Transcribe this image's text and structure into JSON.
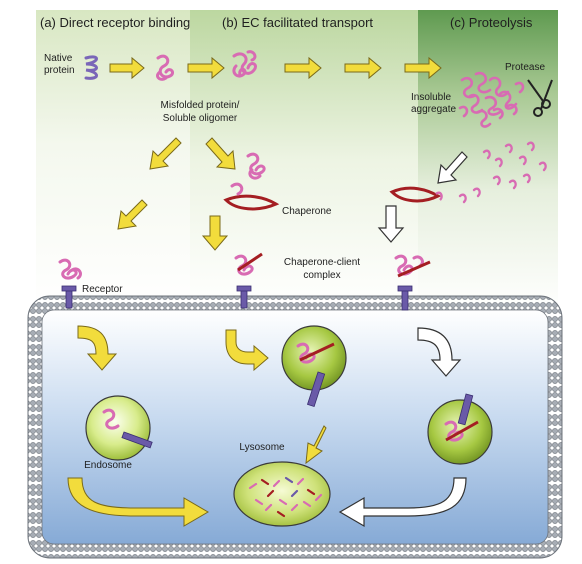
{
  "panels": {
    "a": {
      "title": "(a) Direct receptor binding"
    },
    "b": {
      "title": "(b) EC facilitated transport"
    },
    "c": {
      "title": "(c) Proteolysis"
    }
  },
  "labels": {
    "native_protein": [
      "Native",
      "protein"
    ],
    "misfolded": [
      "Misfolded protein/",
      "Soluble oligomer"
    ],
    "insoluble": [
      "Insoluble",
      "aggregate"
    ],
    "protease": "Protease",
    "chaperone": "Chaperone",
    "complex": [
      "Chaperone-client",
      "complex"
    ],
    "receptor": "Receptor",
    "endosome": "Endosome",
    "lysosome": "Lysosome"
  },
  "colors": {
    "yellow_arrow": "#f2dc3c",
    "protein_pink": "#d86bb3",
    "chaperone_red": "#a41e22",
    "receptor_purple": "#6a5aa8",
    "vesicle_green": "#bcd64a",
    "membrane_gray": "#9aa0a8",
    "cytoplasm_blue": "#8fb2dc"
  },
  "icons": [
    "scissors-icon"
  ]
}
